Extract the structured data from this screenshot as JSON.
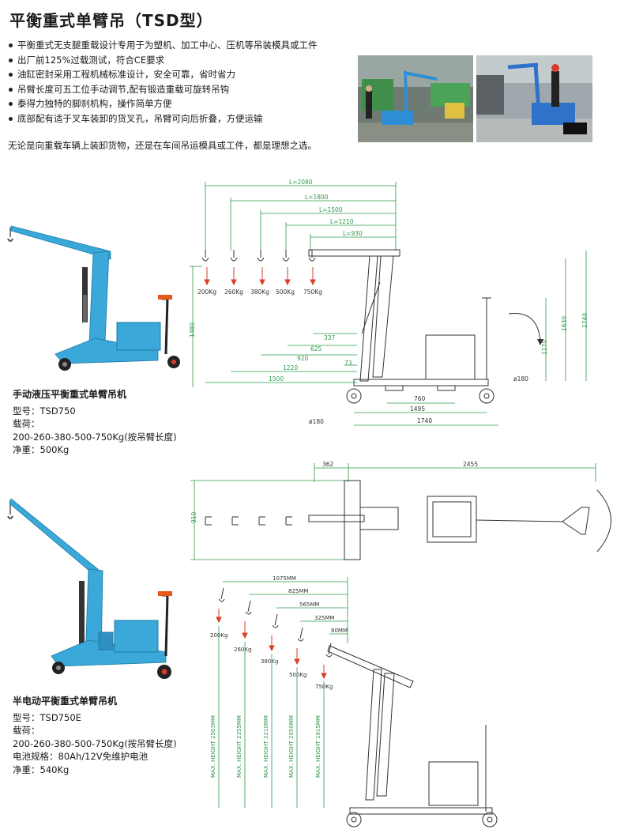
{
  "title": "平衡重式单臂吊（TSD型）",
  "features": [
    "平衡重式无支腿重载设计专用于为塑机、加工中心、压机等吊装模具或工件",
    "出厂前125%过载测试，符合CE要求",
    "油缸密封采用工程机械标准设计，安全可靠，省时省力",
    "吊臂长度可五工位手动调节,配有锻造重载可旋转吊钩",
    "泰得力独特的脚刹机构，操作简单方便",
    "底部配有适于叉车装卸的货叉孔，吊臂可向后折叠，方便运输"
  ],
  "summary": "无论是向重载车辆上装卸货物，还是在车间吊运模具或工件，都是理想之选。",
  "colors": {
    "machine_blue": "#3aa8d8",
    "dim_green": "#2f9a4a",
    "arrow_red": "#d9412b",
    "line_gray": "#333333"
  },
  "model1": {
    "name": "手动液压平衡重式单臂吊机",
    "model_label": "型号：TSD750",
    "load_label": "载荷：",
    "load_values": "200-260-380-500-750Kg(按吊臂长度)",
    "weight": "净重：500Kg"
  },
  "model2": {
    "name": "半电动平衡重式单臂吊机",
    "model_label": "型号：TSD750E",
    "load_label": "载荷：",
    "load_values": "200-260-380-500-750Kg(按吊臂长度)",
    "battery": "电池规格：80Ah/12V免维护电池",
    "weight": "净重：540Kg"
  },
  "drawing1": {
    "reach_labels": [
      "L=2080",
      "L=1800",
      "L=1500",
      "L=1210",
      "L=930"
    ],
    "loads": [
      "200Kg",
      "260Kg",
      "380Kg",
      "500Kg",
      "750Kg"
    ],
    "height_left": "1480",
    "height_right": [
      "1170",
      "1630",
      "1740"
    ],
    "horizontal_dims": [
      "337",
      "625",
      "920",
      "73",
      "1220",
      "1500"
    ],
    "base_dims": [
      "760",
      "1495",
      "1740"
    ],
    "wheel_front": "ø180",
    "wheel_rear": "ø180"
  },
  "drawing2": {
    "top_dims": [
      "362",
      "2455"
    ],
    "width": "910"
  },
  "drawing3": {
    "reach_labels": [
      "1075MM",
      "825MM",
      "565MM",
      "325MM",
      "80MM"
    ],
    "loads": [
      "200Kg",
      "260Kg",
      "380Kg",
      "500Kg",
      "750Kg"
    ],
    "heights": [
      "MAX. HEIGHT 2503MM",
      "MAX. HEIGHT 2355MM",
      "MAX. HEIGHT 2210MM",
      "MAX. HEIGHT 2050MM",
      "MAX. HEIGHT 1915MM"
    ]
  }
}
